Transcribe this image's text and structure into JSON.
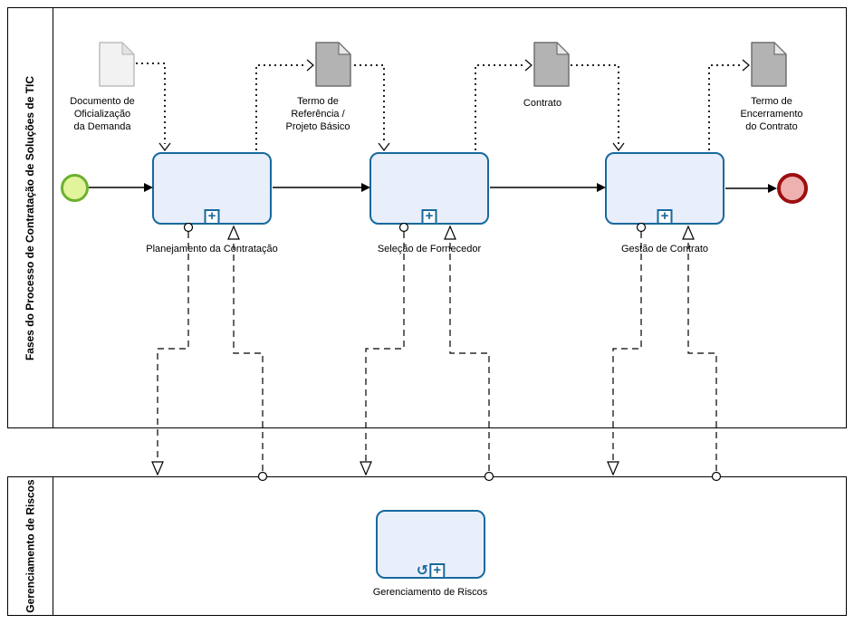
{
  "pools": [
    {
      "label": "Fases do Processo de Contratação de Soluções de TIC"
    },
    {
      "label": "Gerenciamento de Riscos"
    }
  ],
  "tasks": [
    {
      "label": "Planejamento da Contratação"
    },
    {
      "label": "Seleção de Fornecedor"
    },
    {
      "label": "Gestão de Contrato"
    },
    {
      "label": "Gerenciamento de Riscos"
    }
  ],
  "documents": [
    {
      "name": "Documento de Oficialização da Demanda",
      "lines": [
        "Documento de",
        "Oficialização",
        "da Demanda"
      ],
      "fill": "light"
    },
    {
      "name": "Termo de Referência / Projeto Básico",
      "lines": [
        "Termo de",
        "Referência /",
        "Projeto Básico"
      ],
      "fill": "gray"
    },
    {
      "name": "Contrato",
      "lines": [
        "Contrato"
      ],
      "fill": "gray"
    },
    {
      "name": "Termo de Encerramento do Contrato",
      "lines": [
        "Termo de",
        "Encerramento",
        "do Contrato"
      ],
      "fill": "gray"
    }
  ],
  "markers": {
    "plus": "+",
    "loop": "↺"
  },
  "colors": {
    "task_border": "#17699c",
    "task_fill": "#e9eefb",
    "start_border": "#6cb12e",
    "start_fill": "#e2f49b",
    "end_border": "#9c1010",
    "end_fill": "#efb0b0",
    "doc_gray_fill": "#b3b3b3",
    "doc_light_fill": "#f2f2f2",
    "line": "#000000"
  }
}
